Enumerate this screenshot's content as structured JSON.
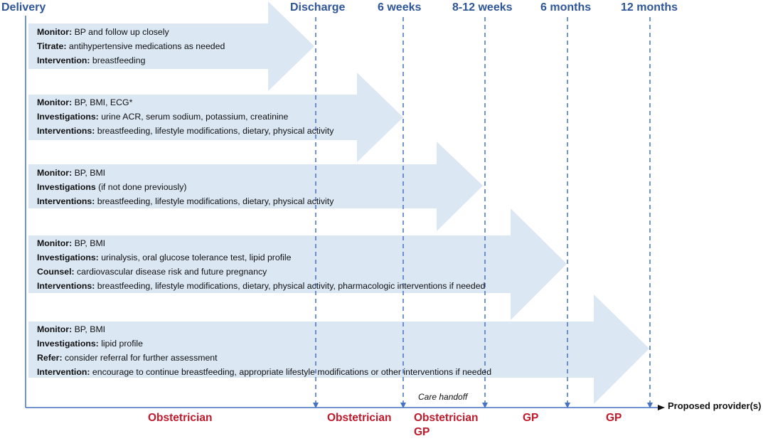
{
  "timeline": {
    "start_label": "Delivery",
    "milestones": [
      "Discharge",
      "6 weeks",
      "8-12 weeks",
      "6 months",
      "12 months"
    ],
    "axis_label": "Proposed provider(s)",
    "care_handoff": "Care handoff"
  },
  "stages": [
    {
      "lines": [
        {
          "label": "Monitor:",
          "text": " BP and follow up closely"
        },
        {
          "label": "Titrate:",
          "text": " antihypertensive medications as needed"
        },
        {
          "label": "Intervention:",
          "text": " breastfeeding"
        }
      ]
    },
    {
      "lines": [
        {
          "label": "Monitor:",
          "text": " BP, BMI, ECG*"
        },
        {
          "label": "Investigations:",
          "text": " urine ACR, serum sodium, potassium, creatinine"
        },
        {
          "label": "Interventions:",
          "text": " breastfeeding, lifestyle modifications, dietary, physical activity"
        }
      ]
    },
    {
      "lines": [
        {
          "label": "Monitor:",
          "text": " BP, BMI"
        },
        {
          "label": "Investigations",
          "text": " (if not done previously)"
        },
        {
          "label": "Interventions:",
          "text": " breastfeeding, lifestyle modifications, dietary, physical activity"
        }
      ]
    },
    {
      "lines": [
        {
          "label": "Monitor:",
          "text": " BP, BMI"
        },
        {
          "label": "Investigations:",
          "text": " urinalysis, oral glucose tolerance test, lipid profile"
        },
        {
          "label": "Counsel:",
          "text": " cardiovascular disease risk and future pregnancy"
        },
        {
          "label": "Interventions:",
          "text": " breastfeeding, lifestyle modifications, dietary, physical activity, pharmacologic interventions if needed"
        }
      ]
    },
    {
      "lines": [
        {
          "label": "Monitor:",
          "text": " BP, BMI"
        },
        {
          "label": "Investigations:",
          "text": " lipid profile"
        },
        {
          "label": "Refer:",
          "text": " consider referral for further assessment"
        },
        {
          "label": "Intervention:",
          "text": " encourage to continue breastfeeding, appropriate lifestyle modifications or other interventions if needed"
        }
      ]
    }
  ],
  "providers": [
    {
      "line1": "Obstetrician",
      "line2": ""
    },
    {
      "line1": "Obstetrician",
      "line2": ""
    },
    {
      "line1": "Obstetrician",
      "line2": "GP"
    },
    {
      "line1": "GP",
      "line2": ""
    },
    {
      "line1": "GP",
      "line2": ""
    }
  ],
  "colors": {
    "arrow_fill": "#dbe7f3",
    "axis": "#4472c4",
    "header_text": "#2e5597",
    "provider_text": "#c0192b"
  }
}
